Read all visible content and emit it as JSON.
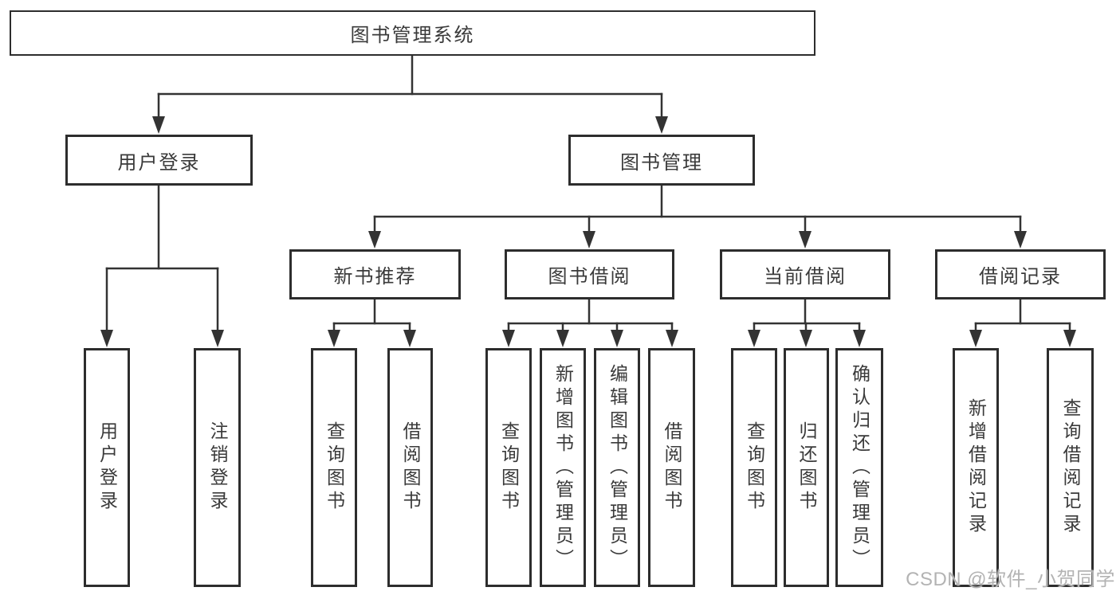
{
  "colors": {
    "line": "#333333",
    "box_border": "#2d2d2d",
    "text": "#3a3a3a",
    "watermark_text": "#b3b3b3"
  },
  "diagram": {
    "title_node": "图书管理系统",
    "level2": {
      "user_login": "用户登录",
      "book_management": "图书管理"
    },
    "level3": {
      "new_book_recommend": "新书推荐",
      "book_borrowing": "图书借阅",
      "current_borrowing": "当前借阅",
      "borrowing_records": "借阅记录"
    },
    "leaves": {
      "user_login": "用户登录",
      "logout": "注销登录",
      "query_books_1": "查询图书",
      "borrow_books_1": "借阅图书",
      "query_books_2": "查询图书",
      "add_books_admin": "新增图书（管理员）",
      "edit_books_admin": "编辑图书（管理员）",
      "borrow_books_2": "借阅图书",
      "query_books_3": "查询图书",
      "return_books": "归还图书",
      "confirm_return_admin": "确认归还（管理员）",
      "add_borrow_record": "新增借阅记录",
      "query_borrow_record": "查询借阅记录"
    }
  },
  "watermark": {
    "text": "CSDN @软件_小贺同学"
  }
}
